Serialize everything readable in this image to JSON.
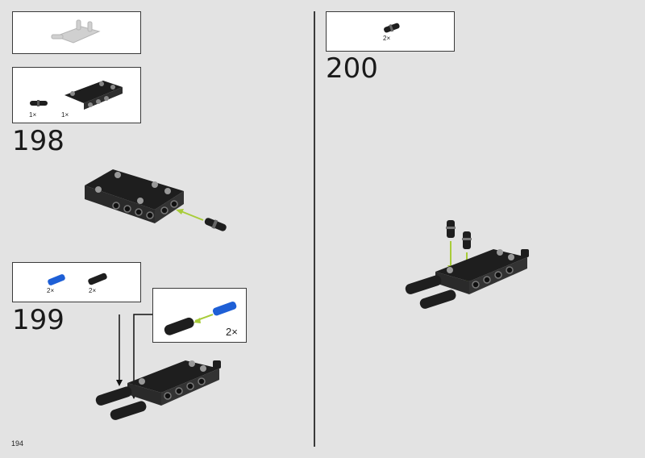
{
  "page": {
    "number": "194"
  },
  "steps": [
    {
      "number": "198",
      "parts": [
        {
          "qty": "1×",
          "icon": "short-axle-connector"
        },
        {
          "qty": "1×",
          "icon": "black-liftarm-plate"
        }
      ]
    },
    {
      "number": "199",
      "parts": [
        {
          "qty": "2×",
          "icon": "blue-axle-pin"
        },
        {
          "qty": "2×",
          "icon": "black-axle-connector"
        }
      ],
      "callout": {
        "qty": "2×"
      }
    },
    {
      "number": "200",
      "parts": [
        {
          "qty": "2×",
          "icon": "pin-connector"
        }
      ]
    }
  ],
  "colors": {
    "background": "#e3e3e3",
    "frame": "#3a3a3a",
    "part_black": "#1e1e1e",
    "part_blue": "#1e5fd6",
    "arrow_green": "#a8cc3a"
  }
}
